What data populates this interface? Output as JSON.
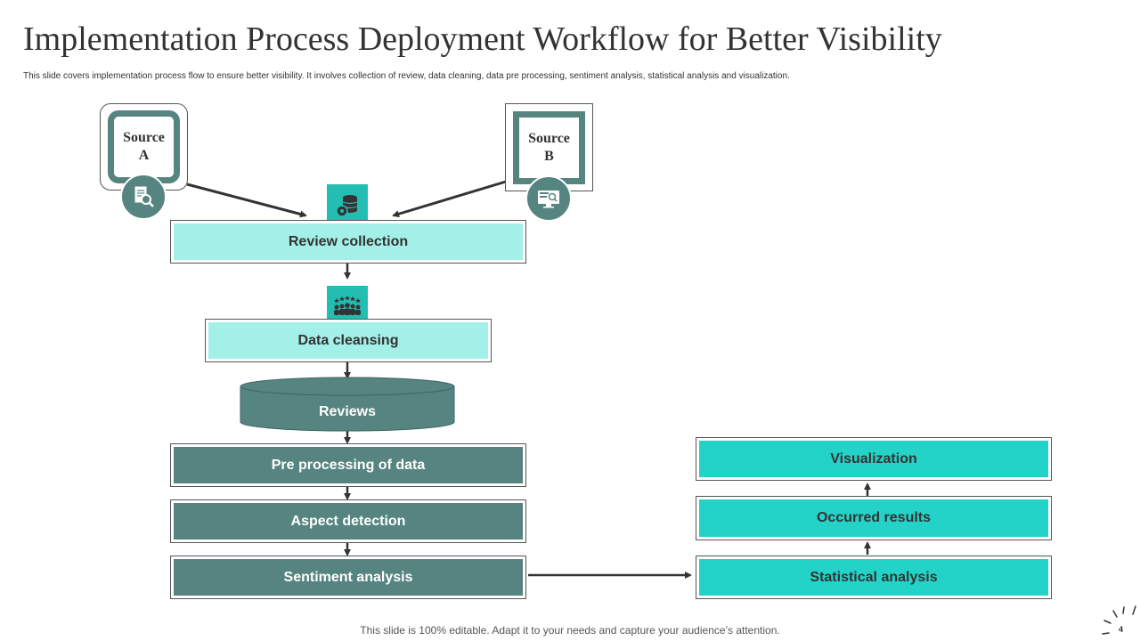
{
  "title": "Implementation Process Deployment Workflow for Better Visibility",
  "subtitle": "This slide covers implementation process flow to ensure better visibility. It involves collection of review, data cleaning, data pre processing, sentiment analysis, statistical analysis and visualization.",
  "sources": {
    "a": "Source\nA",
    "b": "Source\nB"
  },
  "steps": {
    "review_collection": "Review collection",
    "data_cleansing": "Data cleansing",
    "reviews": "Reviews",
    "pre_processing": "Pre processing of data",
    "aspect_detection": "Aspect detection",
    "sentiment_analysis": "Sentiment analysis",
    "statistical_analysis": "Statistical analysis",
    "occurred_results": "Occurred results",
    "visualization": "Visualization"
  },
  "icons": {
    "source_a": "document-search-icon",
    "source_b": "monitor-search-icon",
    "review_collection": "database-gear-icon",
    "data_cleansing": "rated-people-icon"
  },
  "colors": {
    "dark_teal": "#568480",
    "light_teal": "#a3f0e8",
    "cyan": "#23d3c7",
    "icon_teal": "#23bdb2"
  },
  "footer": "This slide is 100% editable. Adapt it to your needs and capture your audience’s attention.",
  "page_number": "4"
}
